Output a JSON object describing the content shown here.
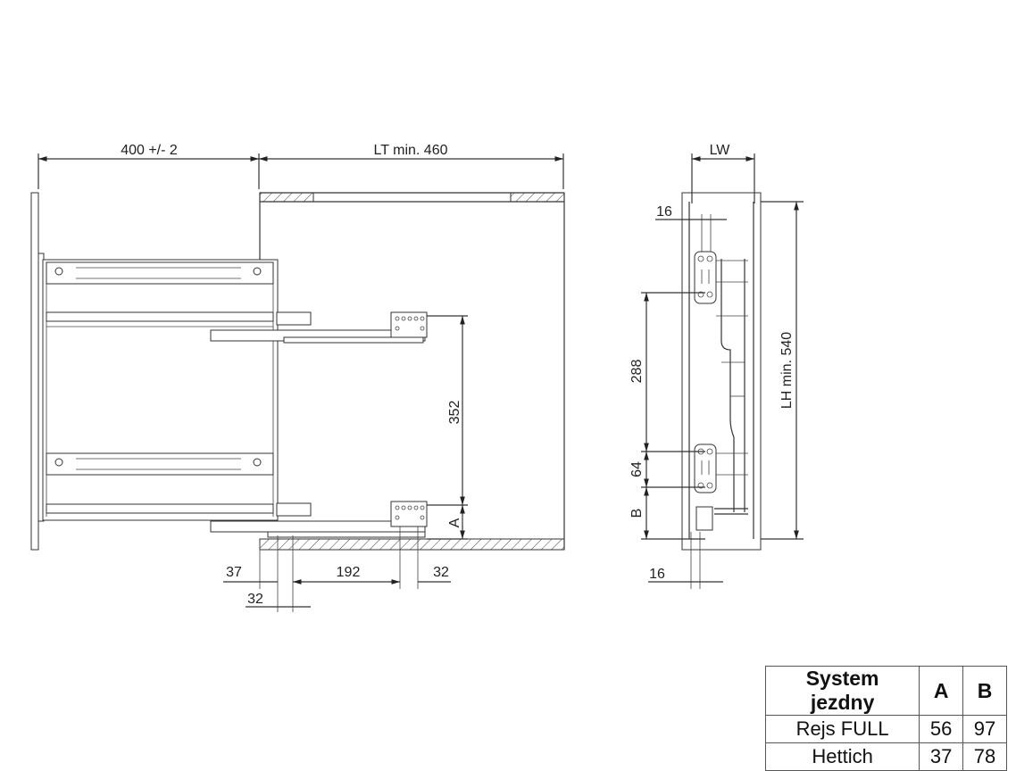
{
  "dimensions": {
    "front_width": "400 +/- 2",
    "cabinet_depth": "LT min. 460",
    "side_width": "LW",
    "side_height": "LH min. 540",
    "front_pitch": "352",
    "front_offset": "A",
    "left_offset": "37",
    "hole_spacing": "192",
    "right_offset": "32",
    "rail_offset": "32",
    "top_gap": "16",
    "bottom_gap": "16",
    "hook_spacing": "288",
    "hook_height": "64",
    "bottom_offset": "B"
  },
  "table": {
    "headers": {
      "system": "System jezdny",
      "a": "A",
      "b": "B"
    },
    "rows": [
      {
        "system": "Rejs FULL",
        "a": "56",
        "b": "97"
      },
      {
        "system": "Hettich",
        "a": "37",
        "b": "78"
      }
    ]
  }
}
